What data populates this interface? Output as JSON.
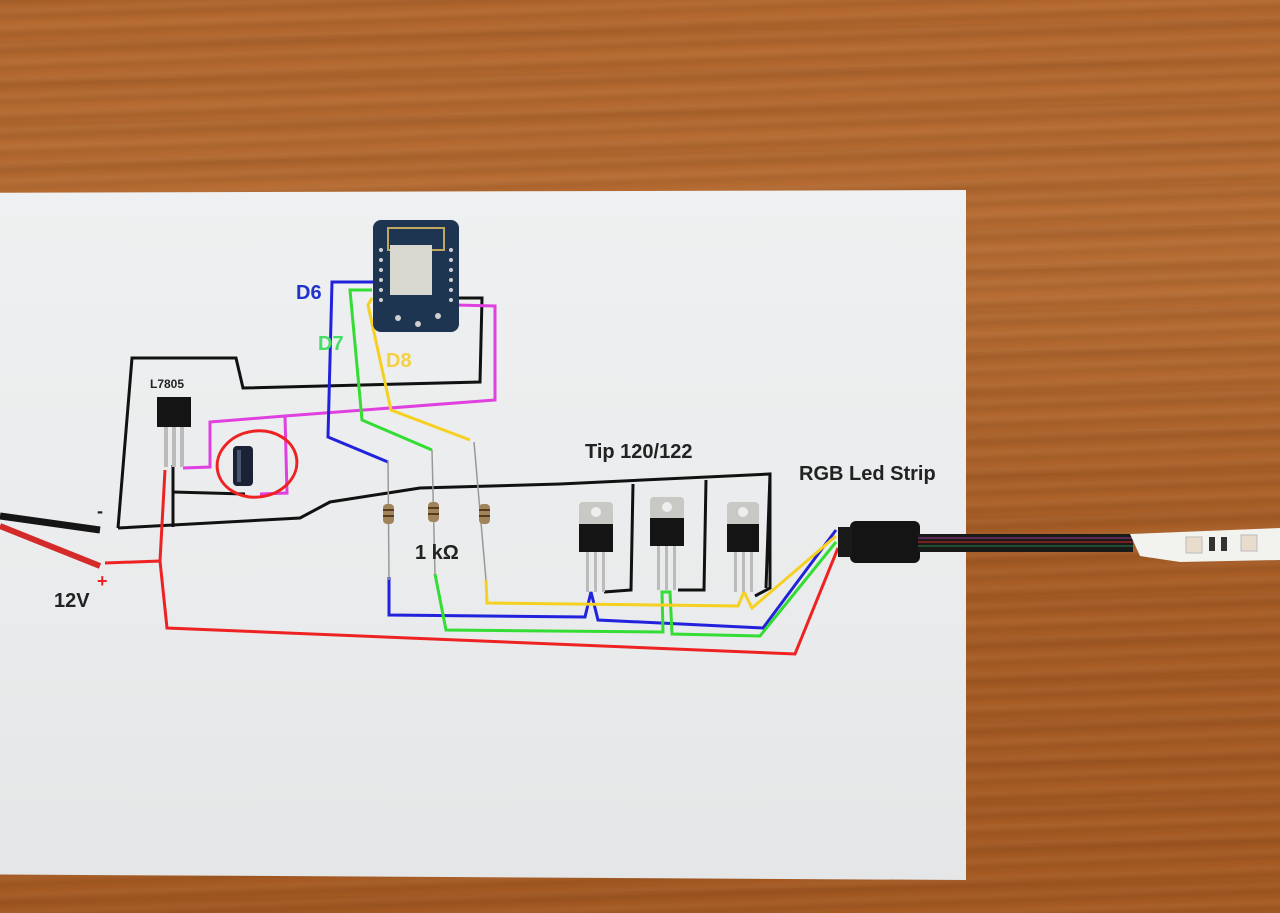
{
  "scene": {
    "description": "Hand-drawn wiring diagram on white paper over wooden table",
    "background": "wood-table",
    "paper_color": "#ebedee"
  },
  "labels": {
    "regulator": "L7805",
    "pin_d6": "D6",
    "pin_d7": "D7",
    "pin_d8": "D8",
    "transistors": "Tip 120/122",
    "led_strip": "RGB Led Strip",
    "resistor_value": "1 kΩ",
    "supply_voltage": "12V",
    "plus_sign": "+",
    "minus_sign": "-"
  },
  "components": {
    "microcontroller": "esp8266-wemos-d1-mini",
    "regulator": "to-220-voltage-regulator",
    "capacitor": "electrolytic-capacitor",
    "resistor_count": 3,
    "transistor_count": 3,
    "connector": "rgb-4-pin-connector",
    "strip": "rgb-led-strip"
  },
  "annotation": {
    "type": "red-circle-highlight",
    "target": "capacitor"
  },
  "wire_colors": {
    "ground": "#111111",
    "power_12v": "#ee2222",
    "power_5v": "#e040e0",
    "d6": "#2222dd",
    "d7": "#33dd33",
    "d8": "#f5d020"
  },
  "label_colors": {
    "d6": "#2233cc",
    "d7": "#44dd66",
    "d8": "#f5d040",
    "plus": "#ee2222"
  }
}
